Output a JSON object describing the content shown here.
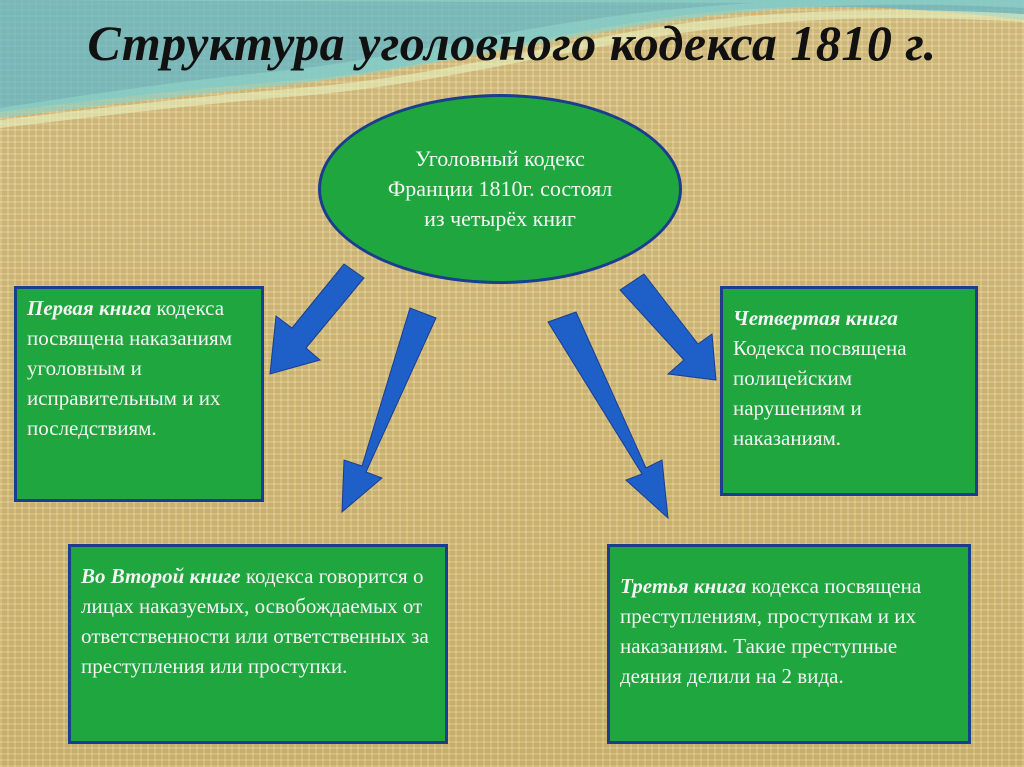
{
  "title": "Структура уголовного кодекса 1810 г.",
  "center": {
    "text": "Уголовный кодекс Франции 1810г. состоял из четырёх книг"
  },
  "boxes": {
    "first": {
      "lead": "Первая книга",
      "rest": " кодекса посвящена наказаниям уголовным и исправительным и их последствиям."
    },
    "second": {
      "lead": "Во Второй книге",
      "rest": " кодекса говорится о лицах наказуемых, освобождаемых от ответственности или ответственных за преступления или проступки."
    },
    "third": {
      "lead": "Третья книга",
      "rest": " кодекса посвящена преступлениям, проступкам и их наказаниям. Такие преступные деяния делили на 2 вида."
    },
    "fourth": {
      "lead": "Четвертая книга",
      "rest": " Кодекса посвящена полицейским нарушениям и наказаниям."
    }
  },
  "colors": {
    "box_fill": "#1fa63f",
    "box_border": "#1a3d8f",
    "arrow": "#1f5fc8"
  }
}
